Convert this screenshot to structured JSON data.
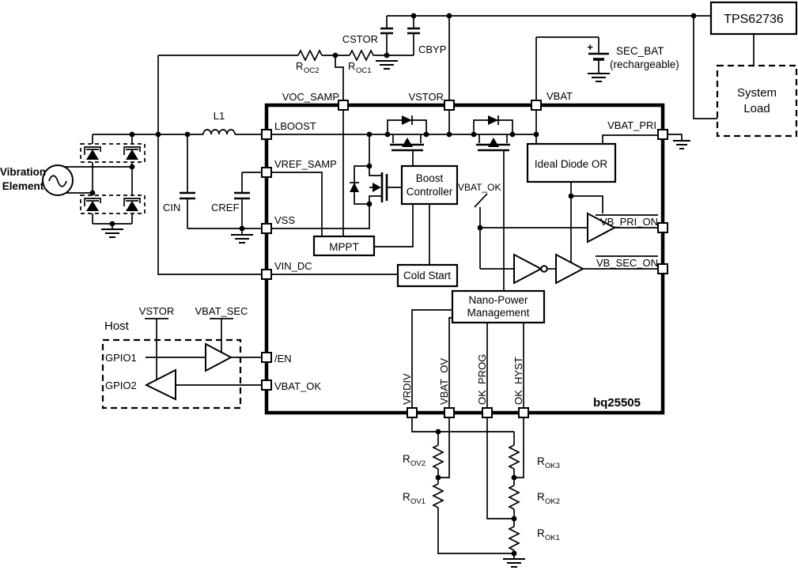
{
  "ic": {
    "part_number": "bq25505",
    "pins": {
      "voc_samp": "VOC_SAMP",
      "vstor": "VSTOR",
      "vbat": "VBAT",
      "lboost": "LBOOST",
      "vref_samp": "VREF_SAMP",
      "vss": "VSS",
      "vin_dc": "VIN_DC",
      "en": "/EN",
      "vbat_ok": "VBAT_OK",
      "vbat_pri": "VBAT_PRI",
      "vb_pri_on": "VB_PRI_ON",
      "vb_sec_on": "VB_SEC_ON",
      "vrdiv": "VRDIV",
      "vbat_ov": "VBAT_OV",
      "ok_prog": "OK_PROG",
      "ok_hyst": "OK_HYST"
    },
    "blocks": {
      "boost_line1": "Boost",
      "boost_line2": "Controller",
      "mppt": "MPPT",
      "cold_start": "Cold Start",
      "ideal_diode_or": "Ideal Diode OR",
      "nano_line1": "Nano-Power",
      "nano_line2": "Management",
      "vbat_ok_signal": "VBAT_OK"
    }
  },
  "external": {
    "tps_part": "TPS62736",
    "system_load": {
      "line1": "System",
      "line2": "Load"
    },
    "sec_bat": {
      "line1": "SEC_BAT",
      "line2": "(rechargeable)",
      "plus": "+"
    },
    "vibration": {
      "line1": "Vibration",
      "line2": "Element"
    },
    "inductor_l1": "L1",
    "cap_cin": "CIN",
    "cap_cref": "CREF",
    "cap_cstor": "CSTOR",
    "cap_cbyp": "CBYP",
    "res_roc2": {
      "base": "R",
      "sub": "OC2"
    },
    "res_roc1": {
      "base": "R",
      "sub": "OC1"
    },
    "res_rov2": {
      "base": "R",
      "sub": "OV2"
    },
    "res_rov1": {
      "base": "R",
      "sub": "OV1"
    },
    "res_rok3": {
      "base": "R",
      "sub": "OK3"
    },
    "res_rok2": {
      "base": "R",
      "sub": "OK2"
    },
    "res_rok1": {
      "base": "R",
      "sub": "OK1"
    }
  },
  "host": {
    "title": "Host",
    "gpio1": "GPIO1",
    "gpio2": "GPIO2",
    "rail_vstor": "VSTOR",
    "rail_vbat_sec": "VBAT_SEC"
  },
  "colors": {
    "line": "#000000",
    "background": "#ffffff"
  }
}
